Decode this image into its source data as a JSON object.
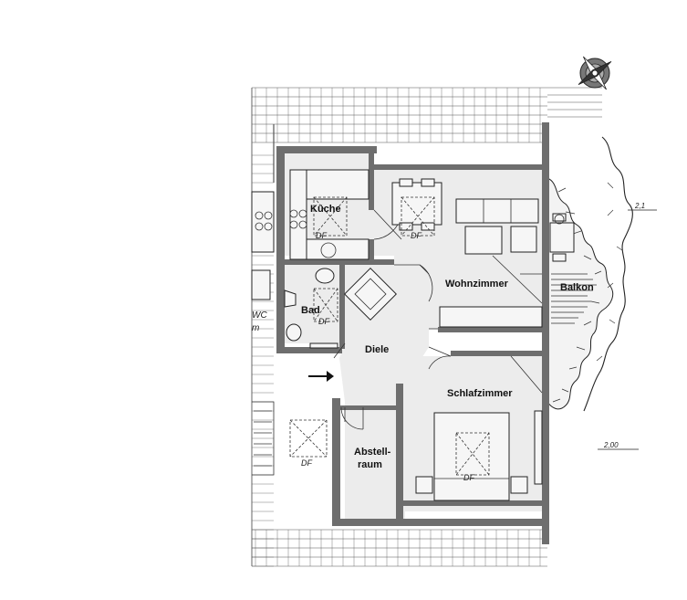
{
  "rooms": {
    "kueche": "Küche",
    "bad": "Bad",
    "wohnzimmer": "Wohnzimmer",
    "balkon": "Balkon",
    "diele": "Diele",
    "schlafzimmer": "Schlafzimmer",
    "abstell_line1": "Abstell-",
    "abstell_line2": "raum"
  },
  "markers": {
    "df": "DF"
  },
  "dimensions": {
    "upper": "2,1",
    "lower": "2,00"
  },
  "side_fragments": {
    "wc": "WC",
    "m": "m"
  },
  "icons": {
    "compass": "compass-rose-icon",
    "entrance": "entrance-arrow-icon"
  }
}
